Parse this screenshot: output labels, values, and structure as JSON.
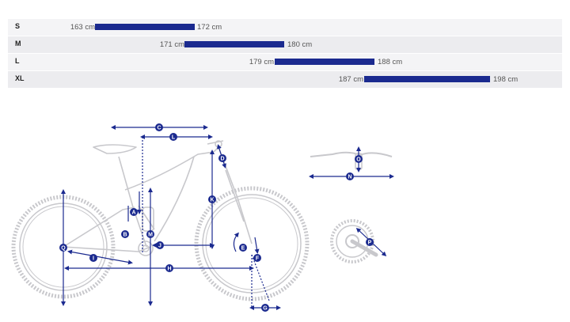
{
  "size_chart": {
    "rows": [
      {
        "size": "S",
        "min": 163,
        "max": 172,
        "min_label": "163 cm",
        "max_label": "172 cm"
      },
      {
        "size": "M",
        "min": 171,
        "max": 180,
        "min_label": "171 cm",
        "max_label": "180 cm"
      },
      {
        "size": "L",
        "min": 179,
        "max": 188,
        "min_label": "179 cm",
        "max_label": "188 cm"
      },
      {
        "size": "XL",
        "min": 187,
        "max": 198,
        "min_label": "187 cm",
        "max_label": "198 cm"
      }
    ],
    "bar_color": "#1b2a8f"
  },
  "geometry_markers": {
    "A": "A",
    "B": "B",
    "C": "C",
    "D": "D",
    "E": "E",
    "F": "F",
    "G": "G",
    "H": "H",
    "I": "I",
    "J": "J",
    "K": "K",
    "L": "L",
    "M": "M",
    "N": "N",
    "O": "O",
    "P": "P",
    "Q": "Q"
  },
  "colors": {
    "marker": "#1b2a8f",
    "bike_line": "#c8c8cc",
    "dim_line": "#1b2a8f"
  }
}
